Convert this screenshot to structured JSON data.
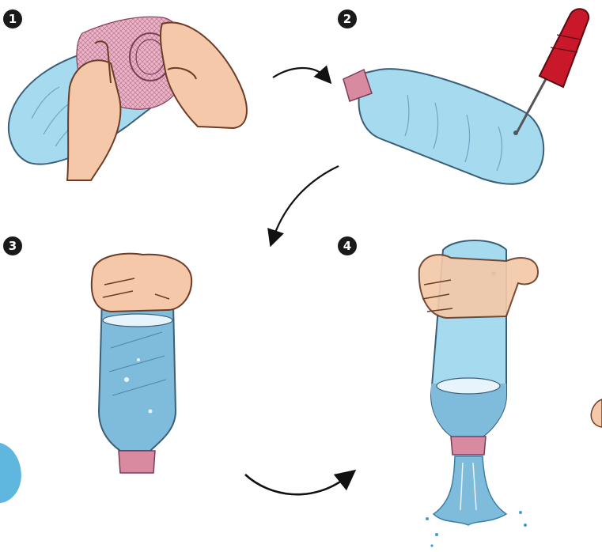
{
  "steps": [
    {
      "number": "1"
    },
    {
      "number": "2"
    },
    {
      "number": "3"
    },
    {
      "number": "4"
    }
  ],
  "colors": {
    "bottle_fill": "#a6dbef",
    "bottle_stroke": "#3b5f78",
    "water_fill": "#7fbcdc",
    "skin": "#f4c8a8",
    "skin_stroke": "#6b3d28",
    "cap_ring": "#d88aa0",
    "mesh_fill": "#eab3c6",
    "screwdriver_handle": "#c8182a",
    "badge": "#1a1a1a"
  },
  "icons": [
    "hand-icon",
    "bottle-icon",
    "screwdriver-icon",
    "mesh-cloth-icon",
    "curved-arrow-icon",
    "water-stream-icon"
  ]
}
